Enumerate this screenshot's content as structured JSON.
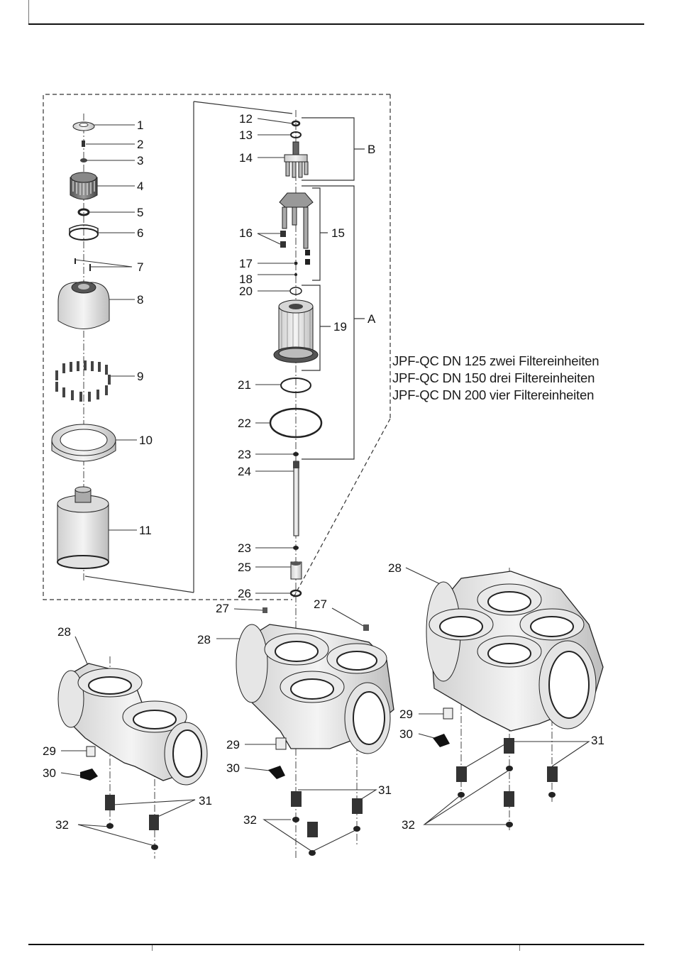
{
  "callouts": {
    "n1": "1",
    "n2": "2",
    "n3": "3",
    "n4": "4",
    "n5": "5",
    "n6": "6",
    "n7": "7",
    "n8": "8",
    "n9": "9",
    "n10": "10",
    "n11": "11",
    "n12": "12",
    "n13": "13",
    "n14": "14",
    "n15": "15",
    "n16": "16",
    "n17": "17",
    "n18": "18",
    "n19": "19",
    "n20": "20",
    "n21": "21",
    "n22": "22",
    "n23": "23",
    "n24": "24",
    "n25": "25",
    "n26": "26",
    "n27": "27",
    "n28": "28",
    "n29": "29",
    "n30": "30",
    "n31": "31",
    "n32": "32",
    "A": "A",
    "B": "B"
  },
  "note": [
    "JPF-QC DN 125 zwei Filtereinheiten",
    "JPF-QC DN 150 drei Filtereinheiten",
    "JPF-QC DN 200 vier Filtereinheiten"
  ]
}
